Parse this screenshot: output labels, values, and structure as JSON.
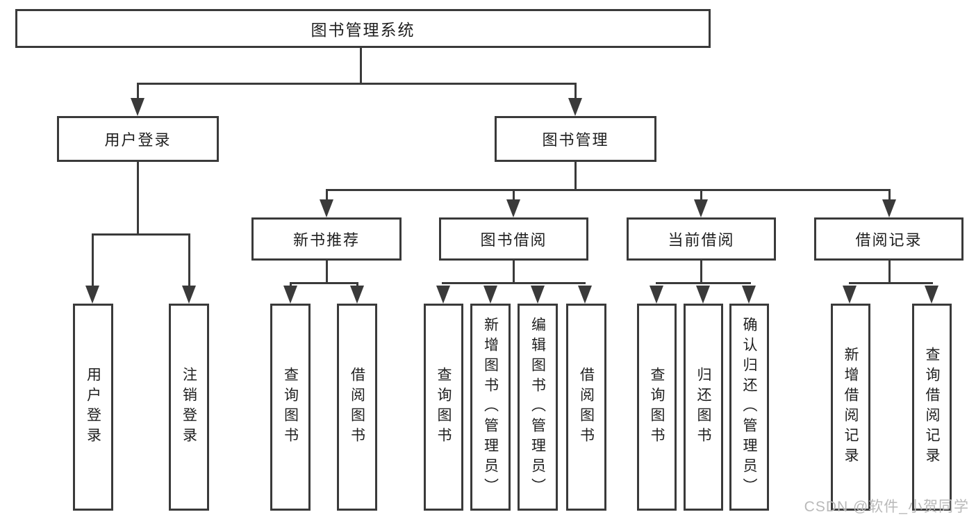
{
  "diagram": {
    "type": "hierarchy-chart",
    "nodes": {
      "root": {
        "label": "图书管理系统"
      },
      "user_login": {
        "label": "用户登录"
      },
      "book_mgmt": {
        "label": "图书管理"
      },
      "new_book_rec": {
        "label": "新书推荐"
      },
      "book_borrow": {
        "label": "图书借阅"
      },
      "current_borrow": {
        "label": "当前借阅"
      },
      "borrow_record": {
        "label": "借阅记录"
      },
      "ul_login": {
        "label": "用户登录"
      },
      "ul_logout": {
        "label": "注销登录"
      },
      "nb_query": {
        "label": "查询图书"
      },
      "nb_borrow": {
        "label": "借阅图书"
      },
      "bb_query": {
        "label": "查询图书"
      },
      "bb_add": {
        "label": "新增图书（管理员）"
      },
      "bb_edit": {
        "label": "编辑图书（管理员）"
      },
      "bb_borrow": {
        "label": "借阅图书"
      },
      "cb_query": {
        "label": "查询图书"
      },
      "cb_return": {
        "label": "归还图书"
      },
      "cb_confirm": {
        "label": "确认归还（管理员）"
      },
      "br_add": {
        "label": "新增借阅记录"
      },
      "br_query": {
        "label": "查询借阅记录"
      }
    },
    "edges": [
      [
        "root",
        "user_login"
      ],
      [
        "root",
        "book_mgmt"
      ],
      [
        "user_login",
        "ul_login"
      ],
      [
        "user_login",
        "ul_logout"
      ],
      [
        "book_mgmt",
        "new_book_rec"
      ],
      [
        "book_mgmt",
        "book_borrow"
      ],
      [
        "book_mgmt",
        "current_borrow"
      ],
      [
        "book_mgmt",
        "borrow_record"
      ],
      [
        "new_book_rec",
        "nb_query"
      ],
      [
        "new_book_rec",
        "nb_borrow"
      ],
      [
        "book_borrow",
        "bb_query"
      ],
      [
        "book_borrow",
        "bb_add"
      ],
      [
        "book_borrow",
        "bb_edit"
      ],
      [
        "book_borrow",
        "bb_borrow"
      ],
      [
        "current_borrow",
        "cb_query"
      ],
      [
        "current_borrow",
        "cb_return"
      ],
      [
        "current_borrow",
        "cb_confirm"
      ],
      [
        "borrow_record",
        "br_add"
      ],
      [
        "borrow_record",
        "br_query"
      ]
    ],
    "colors": {
      "line": "#3a3a3a",
      "text": "#1f1f1f",
      "background": "#ffffff",
      "watermark": "#b9b9b9"
    }
  },
  "watermark": "CSDN @软件_小贺同学"
}
